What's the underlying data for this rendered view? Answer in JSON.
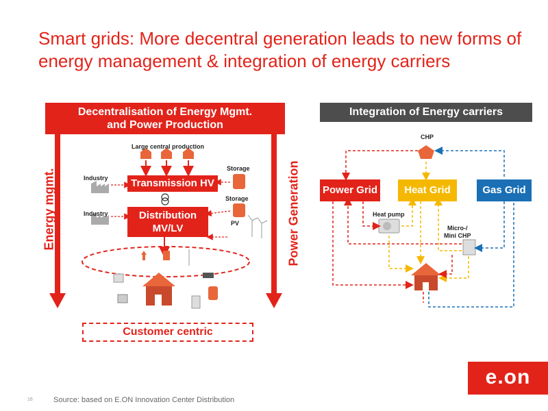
{
  "title": "Smart grids: More decentral generation leads to new forms of energy management & integration of energy carriers",
  "left": {
    "banner_line1": "Decentralisation of Energy Mgmt.",
    "banner_line2": "and Power Production",
    "large_central": "Large central production",
    "transmission": "Transmission HV",
    "distribution_line1": "Distribution",
    "distribution_line2": "MV/LV",
    "industry1": "Industry",
    "industry2": "Industry",
    "storage1": "Storage",
    "storage2": "Storage",
    "pv": "PV",
    "energy_mgmt": "Energy mgmt.",
    "power_generation": "Power Generation",
    "customer_centric": "Customer centric"
  },
  "right": {
    "banner": "Integration of Energy carriers",
    "chp": "CHP",
    "power_grid": "Power Grid",
    "heat_grid": "Heat Grid",
    "gas_grid": "Gas Grid",
    "heat_pump": "Heat pump",
    "micro_chp_line1": "Micro-/",
    "micro_chp_line2": "Mini CHP"
  },
  "colors": {
    "accent_red": "#e2231a",
    "heat_yellow": "#f5b800",
    "gas_blue": "#1a6fb5",
    "banner_gray": "#4d4d4d"
  },
  "footer": {
    "page_number": "16",
    "source": "Source: based on E.ON Innovation Center Distribution",
    "logo": "e.on"
  }
}
